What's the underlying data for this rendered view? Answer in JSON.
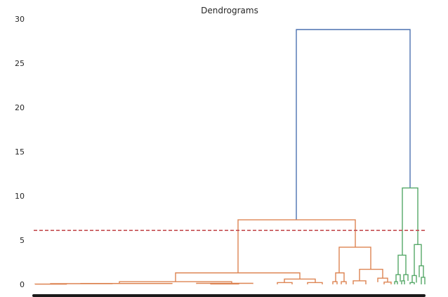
{
  "chart_data": {
    "type": "dendrogram",
    "title": "Dendrograms",
    "xlabel": "",
    "ylabel": "",
    "ylim": [
      0,
      30
    ],
    "yticks": [
      0,
      5,
      10,
      15,
      20,
      25,
      30
    ],
    "grid": false,
    "cut_line": {
      "y": 6.1,
      "color": "#c44e52",
      "style": "dashed"
    },
    "colors": {
      "link_top": "#4c72b0",
      "cluster_1": "#dd8452",
      "cluster_2": "#55a868"
    },
    "links": [
      {
        "cluster": "top",
        "left": {
          "x": 422,
          "y": 7.3
        },
        "right": {
          "x": 584,
          "y": 10.9
        },
        "height": 28.8
      },
      {
        "cluster": 1,
        "left": {
          "x": 339,
          "y": 1.3
        },
        "right": {
          "x": 506,
          "y": 4.2
        },
        "height": 7.3
      },
      {
        "cluster": 1,
        "left": {
          "x": 250,
          "y": 0.3
        },
        "right": {
          "x": 427,
          "y": 0.6
        },
        "height": 1.3
      },
      {
        "cluster": 1,
        "left": {
          "x": 170,
          "y": 0.1
        },
        "right": {
          "x": 330,
          "y": 0.1
        },
        "height": 0.3
      },
      {
        "cluster": 1,
        "left": {
          "x": 115,
          "y": 0.05
        },
        "right": {
          "x": 245,
          "y": 0.05
        },
        "height": 0.1
      },
      {
        "cluster": 1,
        "left": {
          "x": 72,
          "y": 0.03
        },
        "right": {
          "x": 160,
          "y": 0.03
        },
        "height": 0.08
      },
      {
        "cluster": 1,
        "left": {
          "x": 50,
          "y": 0
        },
        "right": {
          "x": 95,
          "y": 0
        },
        "height": 0.03
      },
      {
        "cluster": 1,
        "left": {
          "x": 280,
          "y": 0.05
        },
        "right": {
          "x": 360,
          "y": 0.05
        },
        "height": 0.12
      },
      {
        "cluster": 1,
        "left": {
          "x": 300,
          "y": 0
        },
        "right": {
          "x": 340,
          "y": 0
        },
        "height": 0.05
      },
      {
        "cluster": 1,
        "left": {
          "x": 405,
          "y": 0.2
        },
        "right": {
          "x": 449,
          "y": 0.2
        },
        "height": 0.6
      },
      {
        "cluster": 1,
        "left": {
          "x": 395,
          "y": 0
        },
        "right": {
          "x": 416,
          "y": 0
        },
        "height": 0.2
      },
      {
        "cluster": 1,
        "left": {
          "x": 438,
          "y": 0
        },
        "right": {
          "x": 459,
          "y": 0
        },
        "height": 0.2
      },
      {
        "cluster": 1,
        "left": {
          "x": 483,
          "y": 1.3
        },
        "right": {
          "x": 528,
          "y": 1.7
        },
        "height": 4.2
      },
      {
        "cluster": 1,
        "left": {
          "x": 478,
          "y": 0.3
        },
        "right": {
          "x": 490,
          "y": 0.3
        },
        "height": 1.3
      },
      {
        "cluster": 1,
        "left": {
          "x": 474,
          "y": 0
        },
        "right": {
          "x": 480,
          "y": 0
        },
        "height": 0.3
      },
      {
        "cluster": 1,
        "left": {
          "x": 486,
          "y": 0
        },
        "right": {
          "x": 493,
          "y": 0
        },
        "height": 0.3
      },
      {
        "cluster": 1,
        "left": {
          "x": 512,
          "y": 0.4
        },
        "right": {
          "x": 545,
          "y": 0.7
        },
        "height": 1.7
      },
      {
        "cluster": 1,
        "left": {
          "x": 503,
          "y": 0
        },
        "right": {
          "x": 521,
          "y": 0
        },
        "height": 0.4
      },
      {
        "cluster": 1,
        "left": {
          "x": 538,
          "y": 0.25
        },
        "right": {
          "x": 552,
          "y": 0.25
        },
        "height": 0.7
      },
      {
        "cluster": 1,
        "left": {
          "x": 547,
          "y": 0
        },
        "right": {
          "x": 557,
          "y": 0
        },
        "height": 0.25
      },
      {
        "cluster": 2,
        "left": {
          "x": 573,
          "y": 3.3
        },
        "right": {
          "x": 595,
          "y": 4.5
        },
        "height": 10.9
      },
      {
        "cluster": 2,
        "left": {
          "x": 567,
          "y": 1.1
        },
        "right": {
          "x": 578,
          "y": 1.1
        },
        "height": 3.3
      },
      {
        "cluster": 2,
        "left": {
          "x": 564,
          "y": 0.3
        },
        "right": {
          "x": 570,
          "y": 0.3
        },
        "height": 1.1
      },
      {
        "cluster": 2,
        "left": {
          "x": 575,
          "y": 0.4
        },
        "right": {
          "x": 581,
          "y": 0.4
        },
        "height": 1.1
      },
      {
        "cluster": 2,
        "left": {
          "x": 590,
          "y": 1.0
        },
        "right": {
          "x": 600,
          "y": 2.1
        },
        "height": 4.5
      },
      {
        "cluster": 2,
        "left": {
          "x": 587,
          "y": 0.2
        },
        "right": {
          "x": 593,
          "y": 0.2
        },
        "height": 1.0
      },
      {
        "cluster": 2,
        "left": {
          "x": 597,
          "y": 0.8
        },
        "right": {
          "x": 603,
          "y": 0.8
        },
        "height": 2.1
      },
      {
        "cluster": 2,
        "left": {
          "x": 600,
          "y": 0
        },
        "right": {
          "x": 605,
          "y": 0
        },
        "height": 0.8
      },
      {
        "cluster": 2,
        "left": {
          "x": 562,
          "y": 0
        },
        "right": {
          "x": 566,
          "y": 0
        },
        "height": 0.3
      },
      {
        "cluster": 2,
        "left": {
          "x": 572,
          "y": 0
        },
        "right": {
          "x": 576,
          "y": 0
        },
        "height": 0.4
      },
      {
        "cluster": 2,
        "left": {
          "x": 584,
          "y": 0
        },
        "right": {
          "x": 590,
          "y": 0
        },
        "height": 0.2
      }
    ]
  }
}
